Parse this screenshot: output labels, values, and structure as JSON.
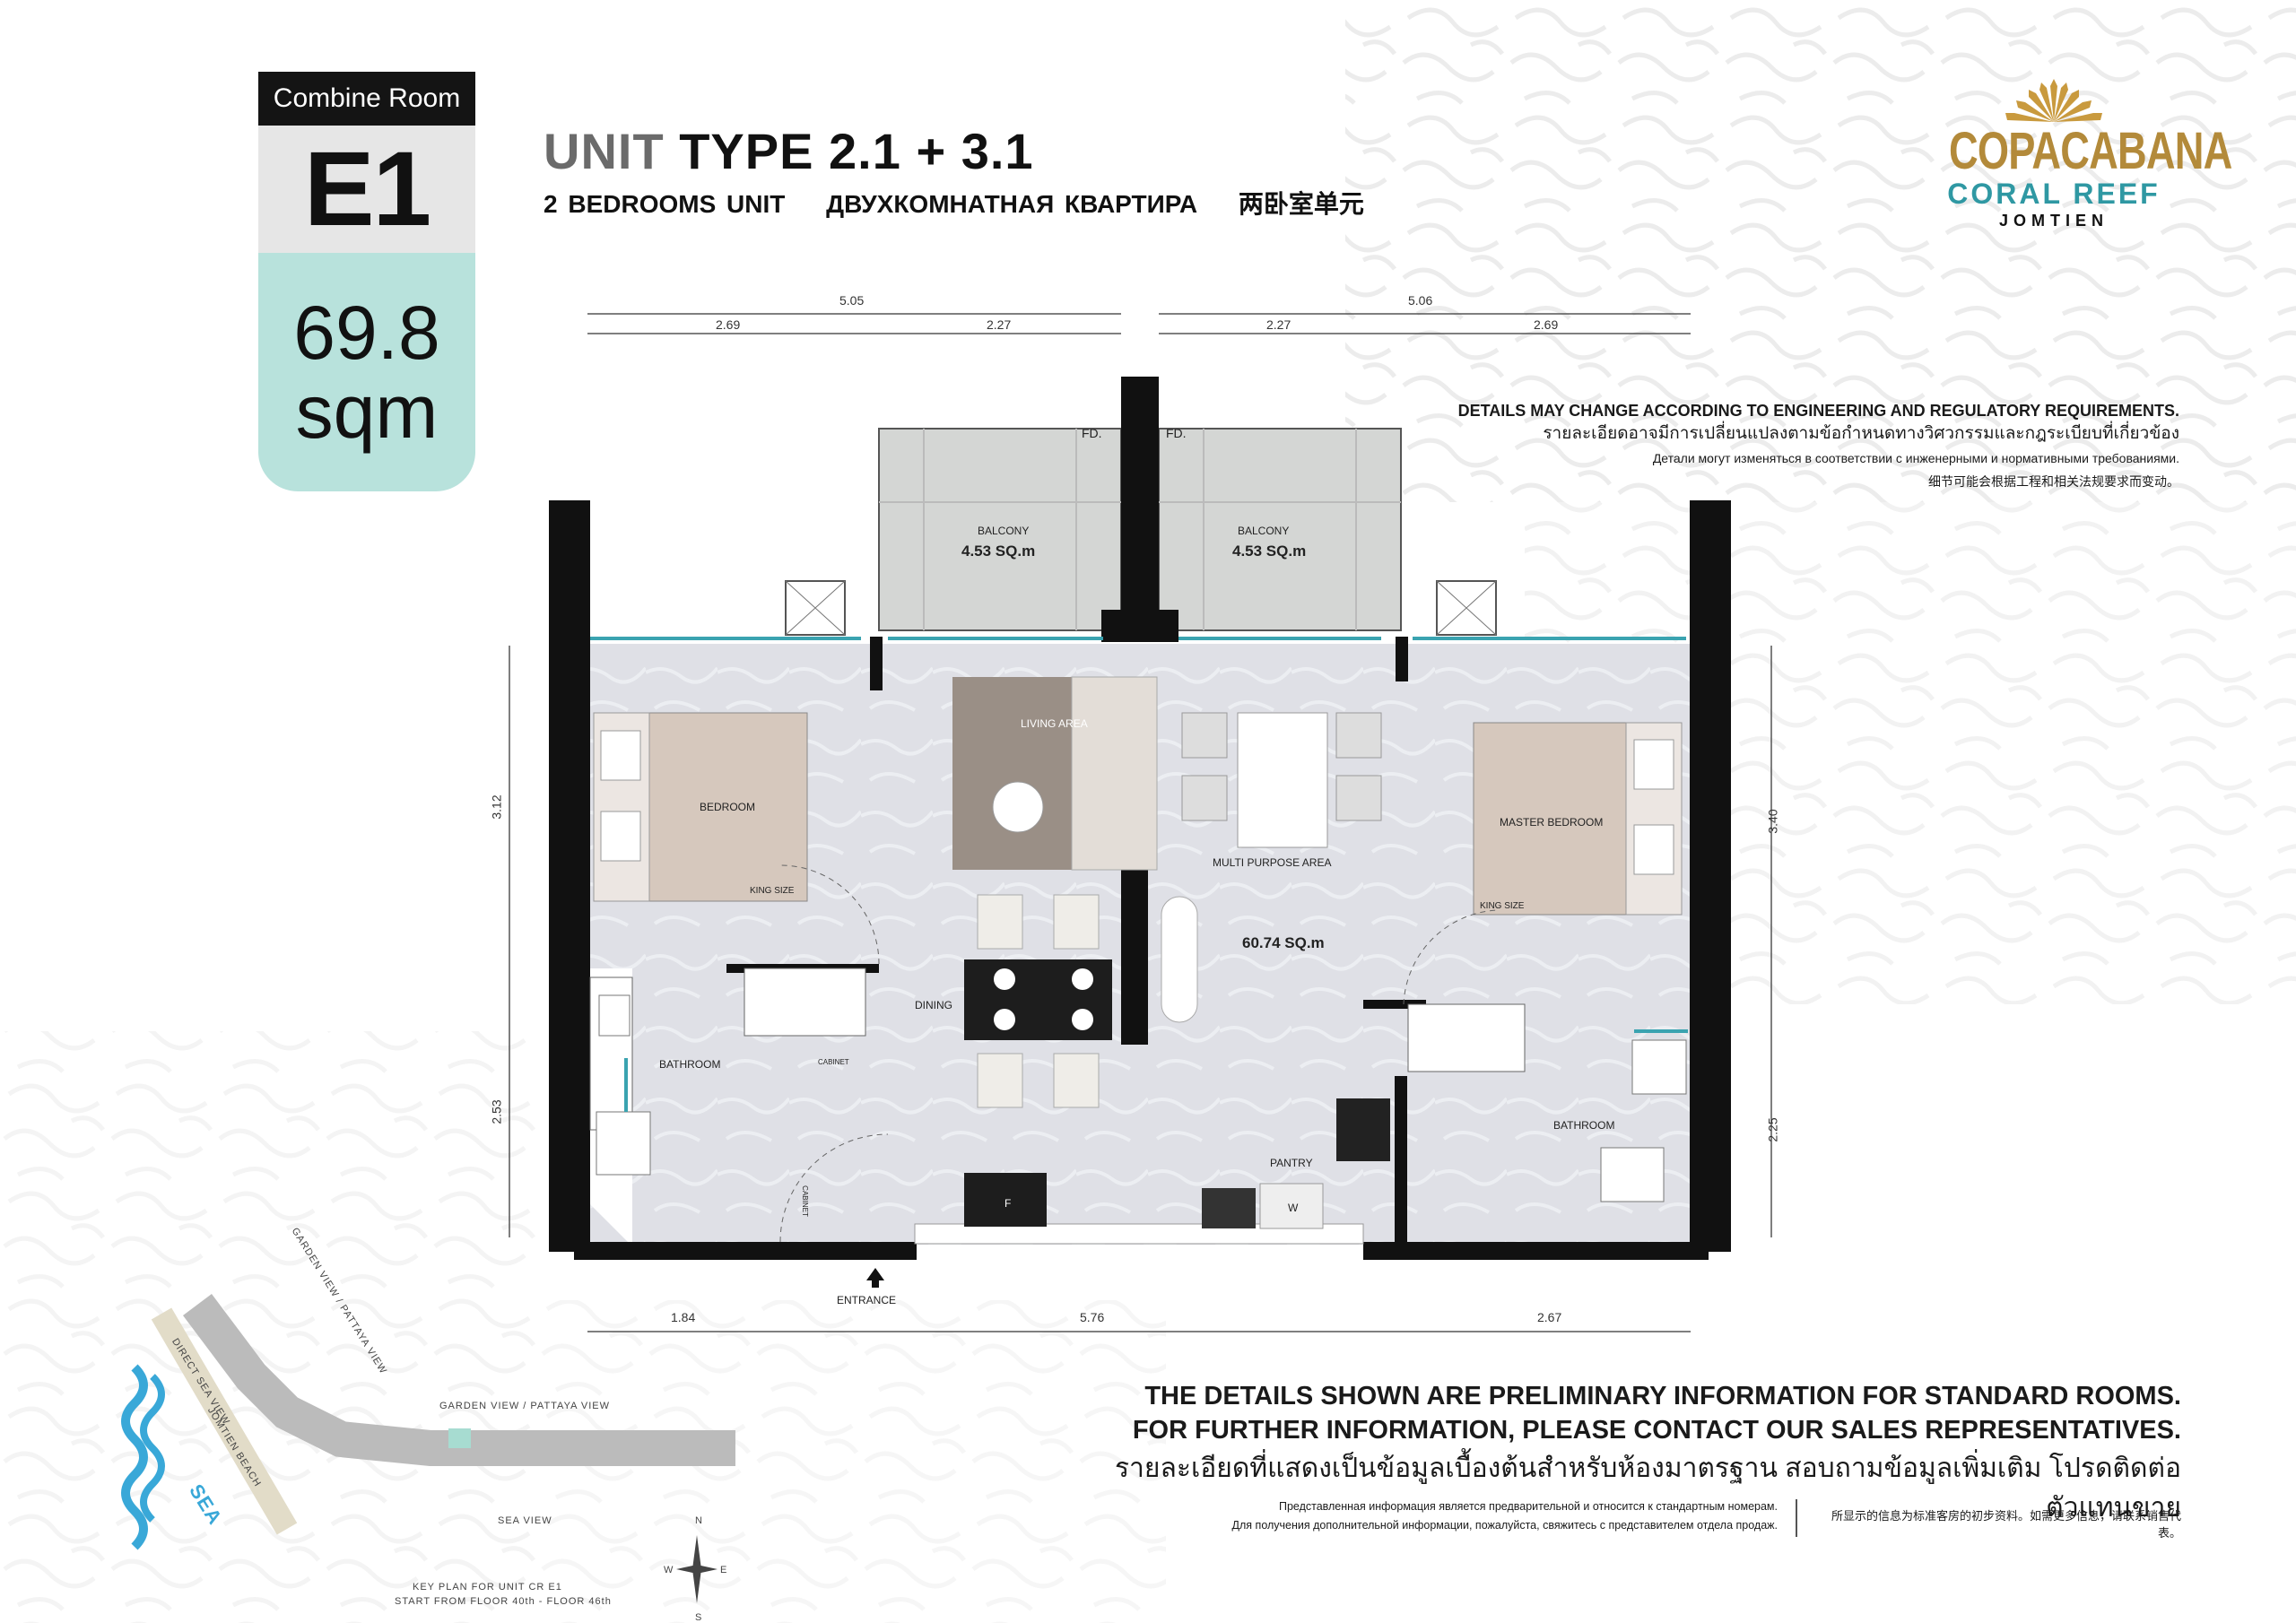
{
  "badge": {
    "room_type": "Combine Room",
    "code": "E1",
    "area_value": "69.8",
    "area_unit": "sqm"
  },
  "title": {
    "prefix": "UNIT",
    "type": "TYPE 2.1 + 3.1",
    "subtitle_en": "2 BEDROOMS UNIT",
    "subtitle_ru": "ДВУХКОМНАТНАЯ КВАРТИРА",
    "subtitle_cn": "两卧室单元"
  },
  "logo": {
    "brand": "COPACABANA",
    "sub": "CORAL REEF",
    "location": "JOMTIEN"
  },
  "notes": {
    "en": "DETAILS MAY CHANGE ACCORDING TO ENGINEERING AND REGULATORY REQUIREMENTS.",
    "th": "รายละเอียดอาจมีการเปลี่ยนแปลงตามข้อกำหนดทางวิศวกรรมและกฎระเบียบที่เกี่ยวข้อง",
    "ru": "Детали могут изменяться в соответствии с инженерными и нормативными требованиями.",
    "cn": "细节可能会根据工程和相关法规要求而变动。"
  },
  "plan": {
    "dims": {
      "top_left_total": "5.05",
      "top_right_total": "5.06",
      "top_1": "2.69",
      "top_2": "2.27",
      "top_3": "2.27",
      "top_4": "2.69",
      "left_upper": "3.12",
      "left_lower": "2.53",
      "right_upper": "3.40",
      "right_lower": "2.25",
      "bottom_1": "1.84",
      "bottom_2": "5.76",
      "bottom_3": "2.67"
    },
    "rooms": {
      "balcony_left": "BALCONY",
      "balcony_left_area": "4.53 SQ.m",
      "balcony_right": "BALCONY",
      "balcony_right_area": "4.53 SQ.m",
      "fd_left": "FD.",
      "fd_right": "FD.",
      "living": "LIVING AREA",
      "bedroom": "BEDROOM",
      "king_left": "KING SIZE",
      "master": "MASTER BEDROOM",
      "king_right": "KING SIZE",
      "multi": "MULTI PURPOSE AREA",
      "multi_area": "60.74 SQ.m",
      "dining": "DINING",
      "bathroom_left": "BATHROOM",
      "bathroom_right": "BATHROOM",
      "cabinet_1": "CABINET",
      "cabinet_2": "CABINET",
      "pantry": "PANTRY",
      "fridge": "F",
      "washer": "W",
      "entrance": "ENTRANCE"
    }
  },
  "keyplan": {
    "garden_view_top": "GARDEN VIEW / PATTAYA VIEW",
    "garden_view": "GARDEN VIEW / PATTAYA VIEW",
    "direct_sea": "DIRECT SEA VIEW",
    "jomtien_beach": "JOMTIEN BEACH",
    "sea_view": "SEA VIEW",
    "sea": "SEA",
    "compass_n": "N",
    "compass_s": "S",
    "compass_e": "E",
    "compass_w": "W",
    "caption_1": "KEY PLAN FOR UNIT CR E1",
    "caption_2": "START FROM FLOOR 40th - FLOOR 46th"
  },
  "statement": {
    "en_1": "THE DETAILS SHOWN ARE PRELIMINARY INFORMATION FOR STANDARD ROOMS.",
    "en_2": "FOR FURTHER INFORMATION, PLEASE CONTACT OUR SALES REPRESENTATIVES.",
    "th": "รายละเอียดที่แสดงเป็นข้อมูลเบื้องต้นสำหรับห้องมาตรฐาน สอบถามข้อมูลเพิ่มเติม โปรดติดต่อตัวแทนขาย",
    "ru_1": "Представленная информация является предварительной и относится к стандартным номерам.",
    "ru_2": "Для получения дополнительной информации, пожалуйста, свяжитесь с представителем отдела продаж.",
    "cn": "所显示的信息为标准客房的初步资料。如需更多信息，请联系销售代表。"
  },
  "colors": {
    "accent_teal": "#b8e2dc",
    "brand_gold": "#b38a3a",
    "brand_teal": "#2f98a3",
    "wall": "#111111",
    "floor": "#dcdde3",
    "balcony": "#d3d5d3",
    "bed": "#d6c8bd",
    "living_rug": "#9a8f86"
  }
}
